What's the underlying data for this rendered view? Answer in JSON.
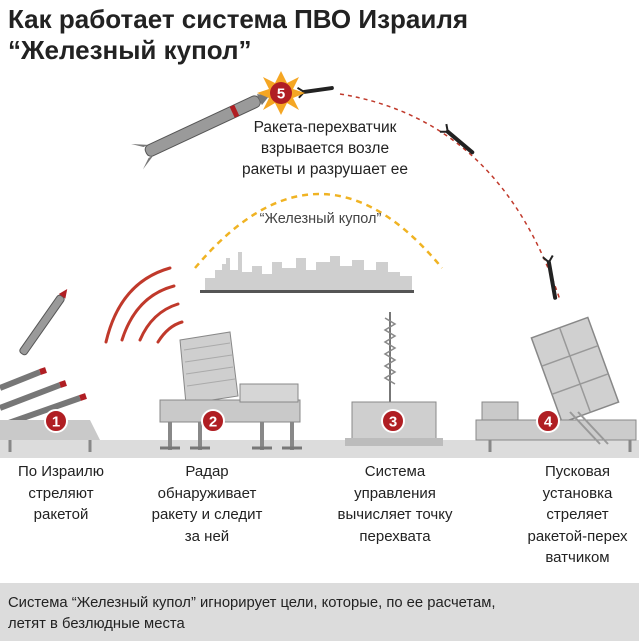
{
  "title": {
    "line1": "Как работает система ПВО Израиля",
    "line2": "“Железный купол”"
  },
  "intercept": {
    "number": "5",
    "lines": [
      "Ракета-перехватчик",
      "взрывается возле",
      "ракеты и разрушает ее"
    ]
  },
  "dome_label": "“Железный купол”",
  "steps": [
    {
      "number": "1",
      "lines": [
        "По Израилю",
        "стреляют",
        "ракетой"
      ]
    },
    {
      "number": "2",
      "lines": [
        "Радар",
        "обнаруживает",
        "ракету и следит",
        "за ней"
      ]
    },
    {
      "number": "3",
      "lines": [
        "Система",
        "управления",
        "вычисляет точку",
        "перехвата"
      ]
    },
    {
      "number": "4",
      "lines": [
        "Пусковая",
        "установка",
        "стреляет",
        "ракетой-перех",
        "ватчиком"
      ]
    }
  ],
  "footer": {
    "lines": [
      "Система “Железный купол” игнорирует цели, которые, по ее расчетам,",
      "летят в безлюдные места"
    ]
  },
  "colors": {
    "badge_red": "#b01e23",
    "dome_dash": "#f0b323",
    "trajectory_red": "#c0392b",
    "explosion": "#f5a623",
    "ground": "#dcdcdc",
    "equipment": "#c9c9c9"
  }
}
